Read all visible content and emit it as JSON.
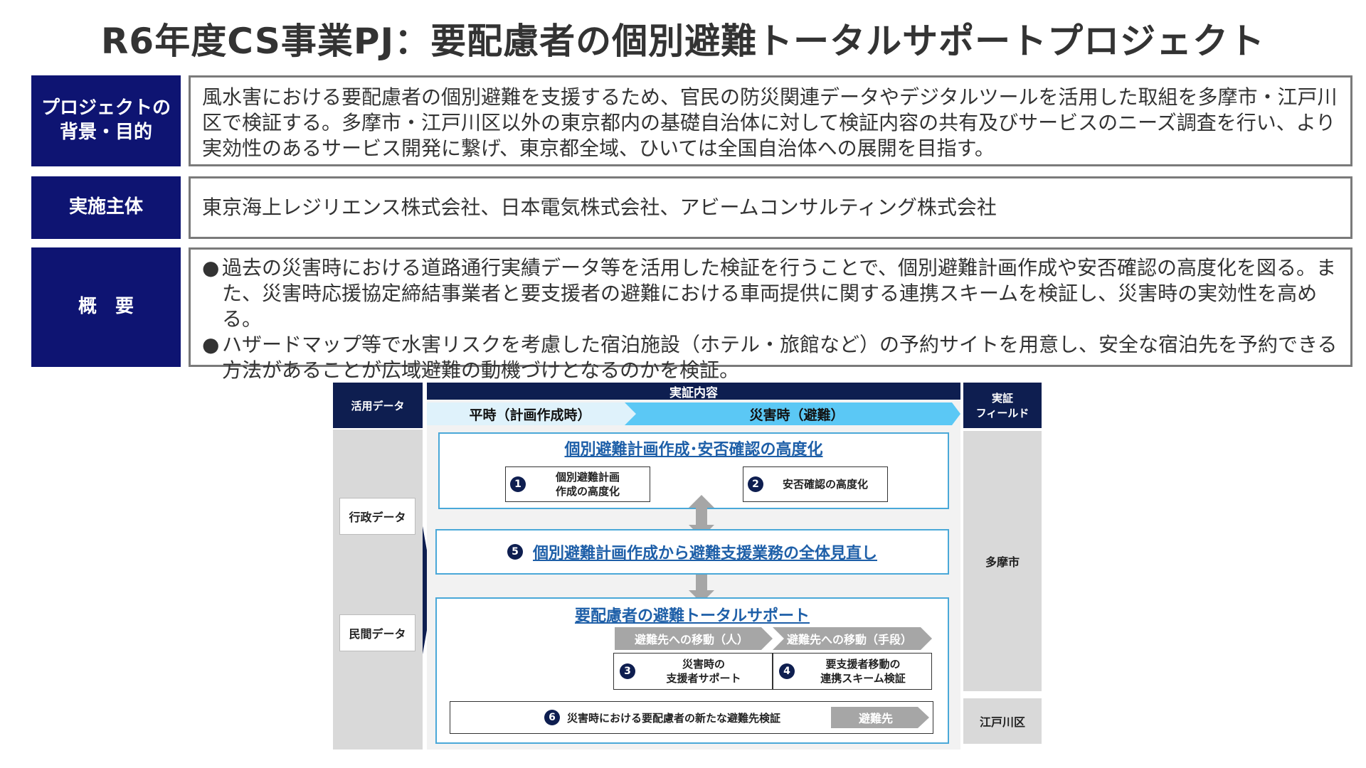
{
  "title": "R6年度CS事業PJ：要配慮者の個別避難トータルサポートプロジェクト",
  "rows": [
    {
      "label": "プロジェクトの\n背景・目的",
      "text": "風水害における要配慮者の個別避難を支援するため、官民の防災関連データやデジタルツールを活用した取組を多摩市・江戸川区で検証する。多摩市・江戸川区以外の東京都内の基礎自治体に対して検証内容の共有及びサービスのニーズ調査を行い、より実効性のあるサービス開発に繋げ、東京都全域、ひいては全国自治体への展開を目指す。"
    },
    {
      "label": "実施主体",
      "text": "東京海上レジリエンス株式会社、日本電気株式会社、アビームコンサルティング株式会社"
    },
    {
      "label": "概　要",
      "bullets": [
        "過去の災害時における道路通行実績データ等を活用した検証を行うことで、個別避難計画作成や安否確認の高度化を図る。また、災害時応援協定締結事業者と要支援者の避難における車両提供に関する連携スキームを検証し、災害時の実効性を高める。",
        "ハザードマップ等で水害リスクを考慮した宿泊施設（ホテル・旅館など）の予約サイトを用意し、安全な宿泊先を予約できる方法があることが広域避難の動機づけとなるのかを検証。"
      ]
    }
  ],
  "diagram": {
    "col_data_header": "活用データ",
    "col_content_header": "実証内容",
    "col_field_header": "実証\nフィールド",
    "phase_normal": "平時（計画作成時）",
    "phase_disaster": "災害時（避難）",
    "data_labels": [
      "行政データ",
      "民間データ"
    ],
    "fields": [
      "多摩市",
      "江戸川区"
    ],
    "panel1": {
      "title": "個別避難計画作成･安否確認の高度化",
      "items": [
        {
          "num": "1",
          "text": "個別避難計画\n作成の高度化"
        },
        {
          "num": "2",
          "text": "安否確認の高度化"
        }
      ]
    },
    "panel2": {
      "num": "5",
      "title": "個別避難計画作成から避難支援業務の全体見直し"
    },
    "panel3": {
      "title": "要配慮者の避難トータルサポート",
      "chevrons": [
        "避難先への移動（人）",
        "避難先への移動（手段）"
      ],
      "items": [
        {
          "num": "3",
          "text": "災害時の\n支援者サポート"
        },
        {
          "num": "4",
          "text": "要支援者移動の\n連携スキーム検証"
        }
      ],
      "item6": {
        "num": "6",
        "text": "災害時における要配慮者の新たな避難先検証",
        "tag": "避難先"
      }
    },
    "colors": {
      "navy": "#0e1472",
      "dark_header": "#0e1e50",
      "light_blue": "#5bc8f5",
      "pale_blue": "#dff2fb",
      "panel_border": "#4aa8d8",
      "title_blue": "#1e5fa8",
      "grey": "#d9d9d9",
      "chevron_grey": "#a6a6a6"
    }
  }
}
